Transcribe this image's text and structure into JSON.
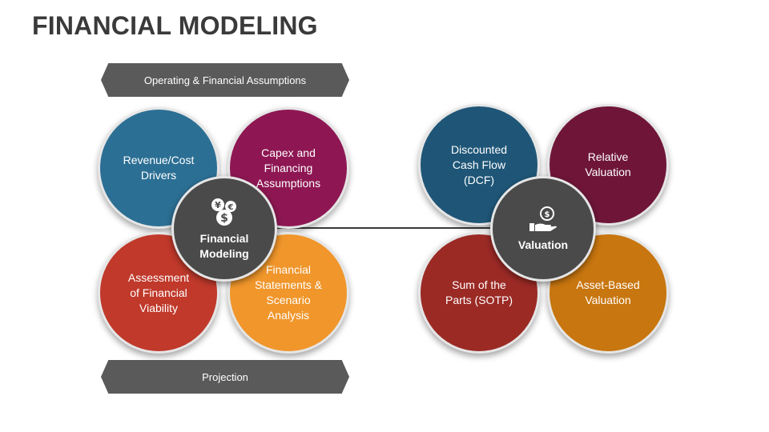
{
  "title": "FINANCIAL MODELING",
  "banners": {
    "top": "Operating & Financial Assumptions",
    "bottom": "Projection"
  },
  "left_cluster": {
    "hub_label": "Financial\nModeling",
    "hub_icon": "currency-coins-icon",
    "circles": [
      {
        "label": "Revenue/Cost\nDrivers",
        "color": "#2c6f94"
      },
      {
        "label": "Capex and\nFinancing\nAssumptions",
        "color": "#8e1753"
      },
      {
        "label": "Assessment\nof Financial\nViability",
        "color": "#c0392b"
      },
      {
        "label": "Financial\nStatements &\nScenario\nAnalysis",
        "color": "#f0962b"
      }
    ]
  },
  "right_cluster": {
    "hub_label": "Valuation",
    "hub_icon": "hand-holding-dollar-icon",
    "circles": [
      {
        "label": "Discounted\nCash Flow\n(DCF)",
        "color": "#1f5677"
      },
      {
        "label": "Relative\nValuation",
        "color": "#6f1638"
      },
      {
        "label": "Sum of the\nParts (SOTP)",
        "color": "#9b2a25"
      },
      {
        "label": "Asset-Based\nValuation",
        "color": "#c8760f"
      }
    ]
  }
}
